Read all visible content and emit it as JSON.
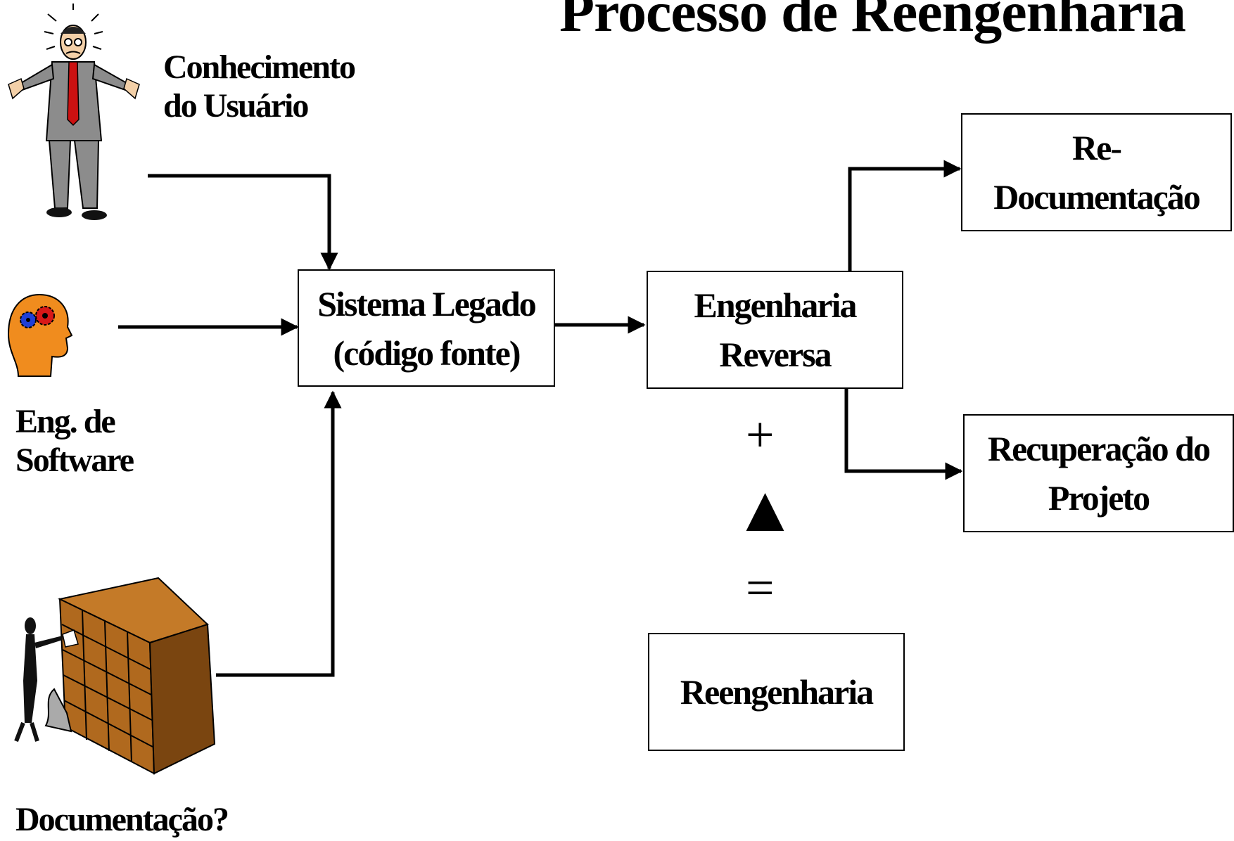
{
  "title": "Processo de Reengenharia",
  "inputs": {
    "user_label_line1": "Conhecimento",
    "user_label_line2": "do Usuário",
    "eng_label_line1": "Eng. de",
    "eng_label_line2": "Software",
    "doc_label": "Documentação?"
  },
  "boxes": {
    "legacy_line1": "Sistema Legado",
    "legacy_line2": "(código fonte)",
    "reverse_line1": "Engenharia",
    "reverse_line2": "Reversa",
    "redoc_line1": "Re-",
    "redoc_line2": "Documentação",
    "recovery_line1": "Recuperação do",
    "recovery_line2": "Projeto",
    "reeng": "Reengenharia"
  },
  "symbols": {
    "plus": "+",
    "triangle": "▲",
    "equals": "="
  },
  "colors": {
    "tie": "#cc1111",
    "suit": "#8c8c8c",
    "head": "#f08c1e",
    "gear_blue": "#1f3fd6",
    "gear_red": "#d81818",
    "shelf": "#b0691e",
    "shelf_dark": "#7a4510"
  }
}
